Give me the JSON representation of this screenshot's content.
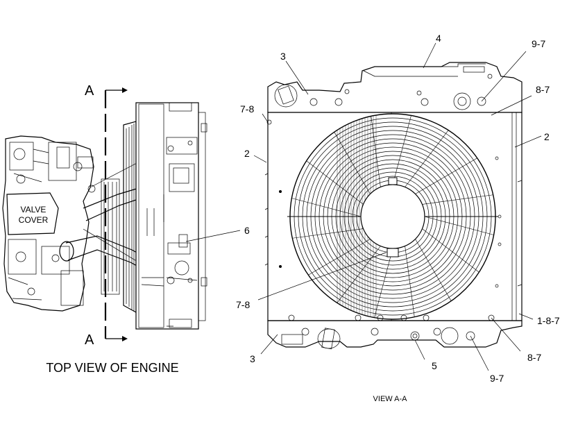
{
  "section_marker": {
    "top": "A",
    "bottom": "A"
  },
  "engine": {
    "valve_cover_line1": "VALVE",
    "valve_cover_line2": "COVER"
  },
  "captions": {
    "left": "TOP VIEW OF ENGINE",
    "right": "VIEW A-A"
  },
  "callouts": {
    "c4": "4",
    "c3_top": "3",
    "c9_7_top": "9-7",
    "c8_7_top": "8-7",
    "c7_8_top": "7-8",
    "c2_left": "2",
    "c2_right": "2",
    "c6": "6",
    "c7_8_mid": "7-8",
    "c1_8_7": "1-8-7",
    "c3_bottom": "3",
    "c5": "5",
    "c8_7_bottom": "8-7",
    "c9_7_bottom": "9-7"
  }
}
